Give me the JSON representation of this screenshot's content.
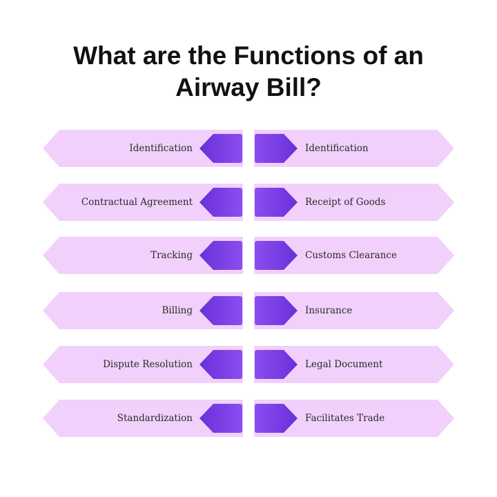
{
  "title": {
    "line1": "What are the Functions of an",
    "line2": "Airway Bill?"
  },
  "colors": {
    "pill": "#f1d1fb",
    "tab_dark": "#6a2fd9",
    "tab_light": "#8a4ef0",
    "text": "#2a2a2a"
  },
  "rows": [
    {
      "left": "Identification",
      "right": "Identification"
    },
    {
      "left": "Contractual Agreement",
      "right": "Receipt of Goods"
    },
    {
      "left": "Tracking",
      "right": "Customs Clearance"
    },
    {
      "left": "Billing",
      "right": "Insurance"
    },
    {
      "left": "Dispute Resolution",
      "right": "Legal Document"
    },
    {
      "left": "Standardization",
      "right": "Facilitates Trade"
    }
  ]
}
